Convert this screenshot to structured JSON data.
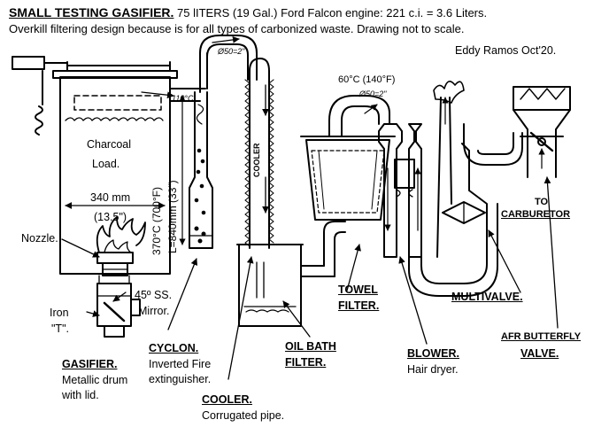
{
  "header": {
    "title": "SMALL TESTING GASIFIER.",
    "specs": " 75 lITERS (19 Gal.) Ford Falcon engine: 221 c.i. = 3.6 Liters.",
    "subtitle": "Overkill filtering design because is for all types of carbonized waste. Drawing not to scale.",
    "author": "Eddy Ramos Oct'20."
  },
  "gasifier": {
    "charcoal_line1": "Charcoal",
    "charcoal_line2": "Load.",
    "width_mm": "340 mm",
    "width_in": "(13.5\")",
    "temp_mid": "110°C",
    "nozzle": "Nozzle.",
    "mirror_line1": "45º SS.",
    "mirror_line2": "Mirror.",
    "iron_line1": "Iron",
    "iron_line2": "\"T\".",
    "label": "GASIFIER.",
    "desc_line1": "Metallic drum",
    "desc_line2": "with lid."
  },
  "cyclon": {
    "vertical_text": "370°C (700°F)",
    "length_text": "L=840mm (33\")",
    "label": "CYCLON.",
    "desc_line1": "Inverted Fire",
    "desc_line2": "extinguisher."
  },
  "cooler": {
    "pipe_diameter": "Ø50=2\"",
    "vertical_text": "COOLER",
    "label": "COOLER.",
    "desc": "Corrugated pipe."
  },
  "oil_bath": {
    "label_line1": "OIL BATH",
    "label_line2": "FILTER."
  },
  "towel": {
    "temp": "60°C (140°F)",
    "pipe_diameter": "Ø50=2\"",
    "label_line1": "TOWEL",
    "label_line2": "FILTER."
  },
  "blower": {
    "label": "BLOWER.",
    "desc": "Hair dryer."
  },
  "multivalve": {
    "label": "MULTIVALVE."
  },
  "carburetor": {
    "to": "TO",
    "label": "CARBURETOR"
  },
  "afr": {
    "label_line1": "AFR  BUTTERFLY",
    "label_line2": "VALVE."
  }
}
